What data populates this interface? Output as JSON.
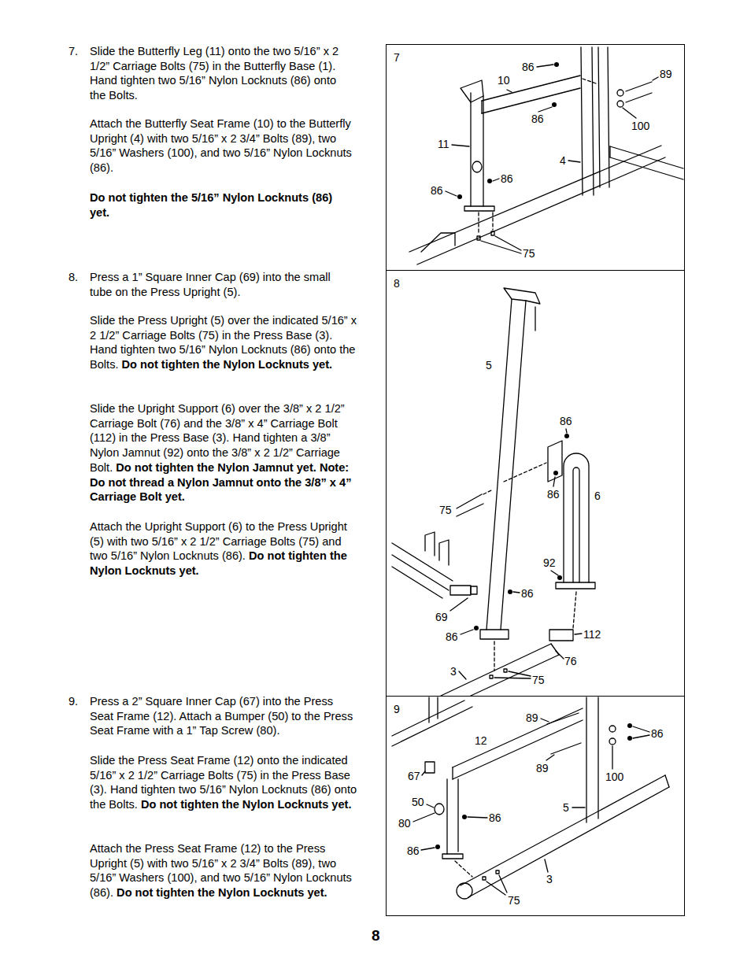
{
  "diagram": {
    "nodes": [
      {
        "text": [
          "7"
        ]
      },
      {
        "text": [
          "8"
        ]
      },
      {
        "text": [
          "9"
        ]
      }
    ],
    "edges": [],
    "labels": [
      "7.",
      "Slide the Butterfly Leg (11) onto the two 5/16” x 2 1/2” Carriage Bolts (75) in the Butterfly Base (1). Hand tighten two 5/16” Nylon Locknuts (86) onto the Bolts.",
      "Attach the Butterfly Seat Frame (10) to the Butterfly Upright (4) with two 5/16” x 2 3/4” Bolts (89), two 5/16” Washers (100), and two 5/16” Nylon Locknuts (86).",
      "Do not tighten the 5/16” Nylon Locknuts (86) yet.",
      "8.",
      "Press a 1” Square Inner Cap (69) into the small tube on the Press Upright (5).",
      "Slide the Press Upright (5) over the indicated 5/16” x 2 1/2” Carriage Bolts (75) in the Press Base (3). Hand tighten two 5/16” Nylon Locknuts (86) onto the Bolts.",
      "Do not tighten the Nylon Locknuts yet.",
      "Slide the Upright Support (6) over the 3/8” x 2 1/2” Carriage Bolt (76) and the 3/8” x 4” Carriage Bolt (112) in the Press Base (3). Hand tighten a 3/8” Nylon Jamnut (92) onto the 3/8” x 2 1/2” Carriage Bolt.",
      "Do not tighten the Nylon Jamnut yet. Note: Do not thread a Nylon Jamnut onto the 3/8” x 4” Carriage Bolt yet.",
      "Attach the Upright Support (6) to the Press Upright (5) with two 5/16” x 2 1/2” Carriage Bolts (75) and two 5/16” Nylon Locknuts (86).",
      "Do not tighten the Nylon Locknuts yet.",
      "9.",
      "Press a 2” Square Inner Cap (67) into the Press Seat Frame (12). Attach a Bumper (50) to the Press Seat Frame with a 1” Tap Screw (80).",
      "Slide the Press Seat Frame (12) onto the indicated 5/16” x 2 1/2” Carriage Bolts (75) in the Press Base (3). Hand tighten two 5/16” Nylon Locknuts (86) onto the Bolts.",
      "Do not tighten the Nylon Locknuts yet.",
      "Attach the Press Seat Frame (12) to the Press Upright (5) with two 5/16” x 2 3/4” Bolts (89), two 5/16” Washers (100), and two 5/16” Nylon Locknuts (86).",
      "Do not tighten the Nylon Locknuts yet.",
      "86",
      "10",
      "89",
      "86",
      "100",
      "11",
      "4",
      "86",
      "86",
      "75",
      "5",
      "86",
      "86",
      "6",
      "75",
      "92",
      "86",
      "69",
      "86",
      "112",
      "76",
      "3",
      "75",
      "89",
      "12",
      "86",
      "67",
      "89",
      "100",
      "50",
      "5",
      "86",
      "80",
      "86",
      "3",
      "75",
      "8"
    ]
  }
}
